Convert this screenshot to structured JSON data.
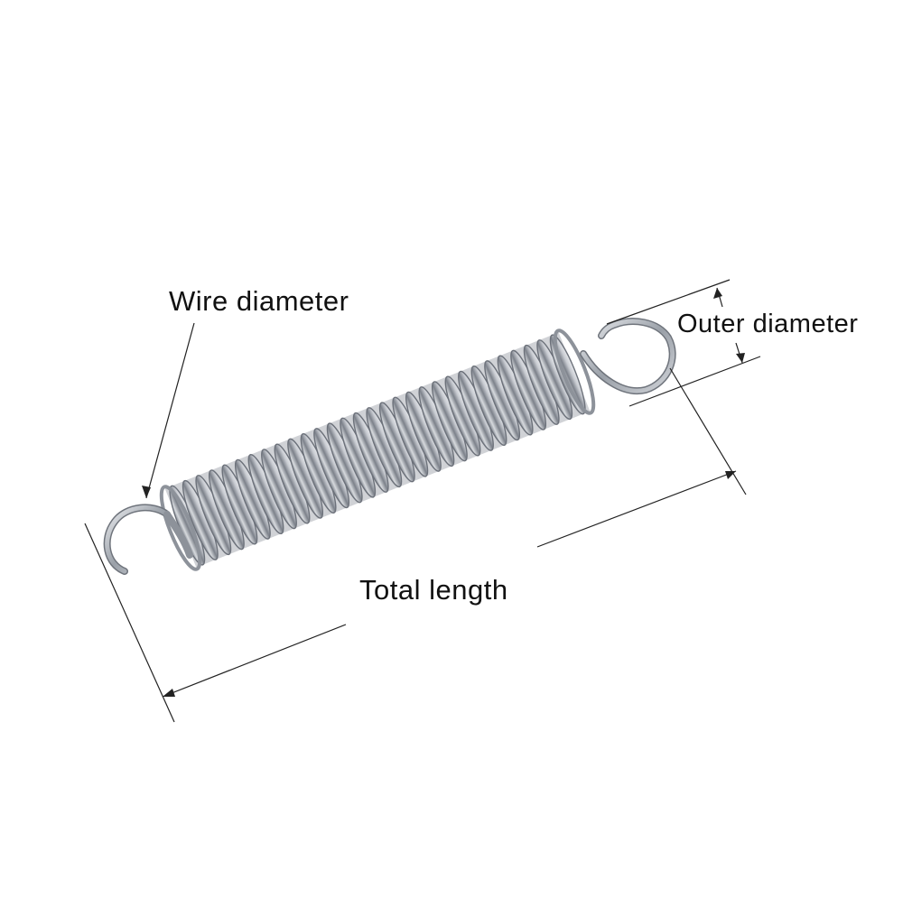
{
  "labels": {
    "wire_diameter": "Wire diameter",
    "outer_diameter": "Outer diameter",
    "total_length": "Total length"
  },
  "product": {
    "name_icon": "extension-spring",
    "coil_count": 30,
    "metal_color": "#b8bcc4",
    "highlight_color": "#f4f6f8",
    "shadow_color": "#6c717a"
  },
  "dimension_line_color": "#222222"
}
